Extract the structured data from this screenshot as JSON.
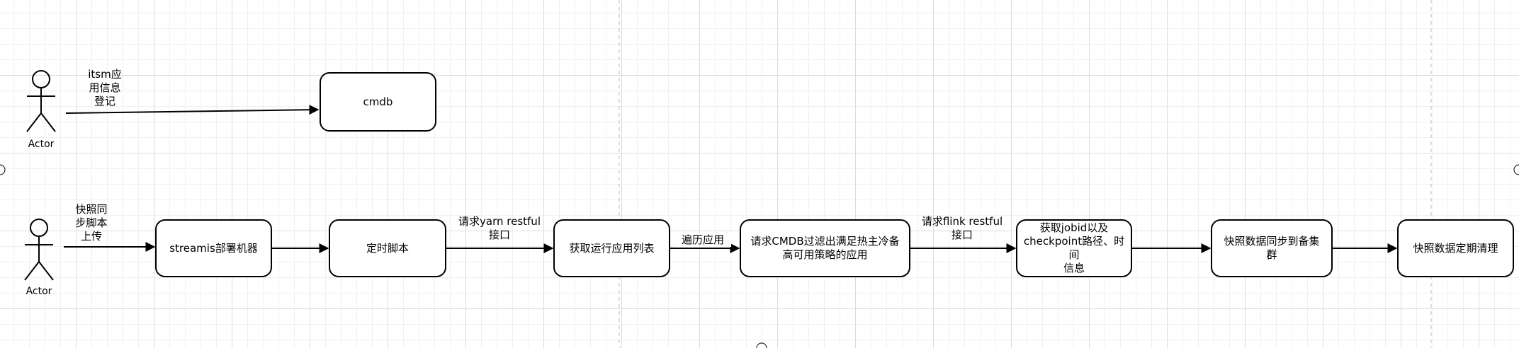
{
  "actors": [
    {
      "label": "Actor"
    },
    {
      "label": "Actor"
    }
  ],
  "nodes": {
    "cmdb": "cmdb",
    "streamis": "streamis部署机器",
    "timer_script": "定时脚本",
    "get_app_list": "获取运行应用列表",
    "request_cmdb": "请求CMDB过滤出满足热主冷备\n高可用策略的应用",
    "get_jobid": "获取jobid以及\ncheckpoint路径、时间\n信息",
    "sync_snapshot": "快照数据同步到备集\n群",
    "clean_snapshot": "快照数据定期清理"
  },
  "edges": {
    "itsm_register": "itsm应\n用信息\n登记",
    "snapshot_upload": "快照同\n步脚本\n上传",
    "yarn_restful": "请求yarn restful\n接口",
    "traverse_apps": "遍历应用",
    "flink_restful": "请求flink restful\n接口"
  }
}
